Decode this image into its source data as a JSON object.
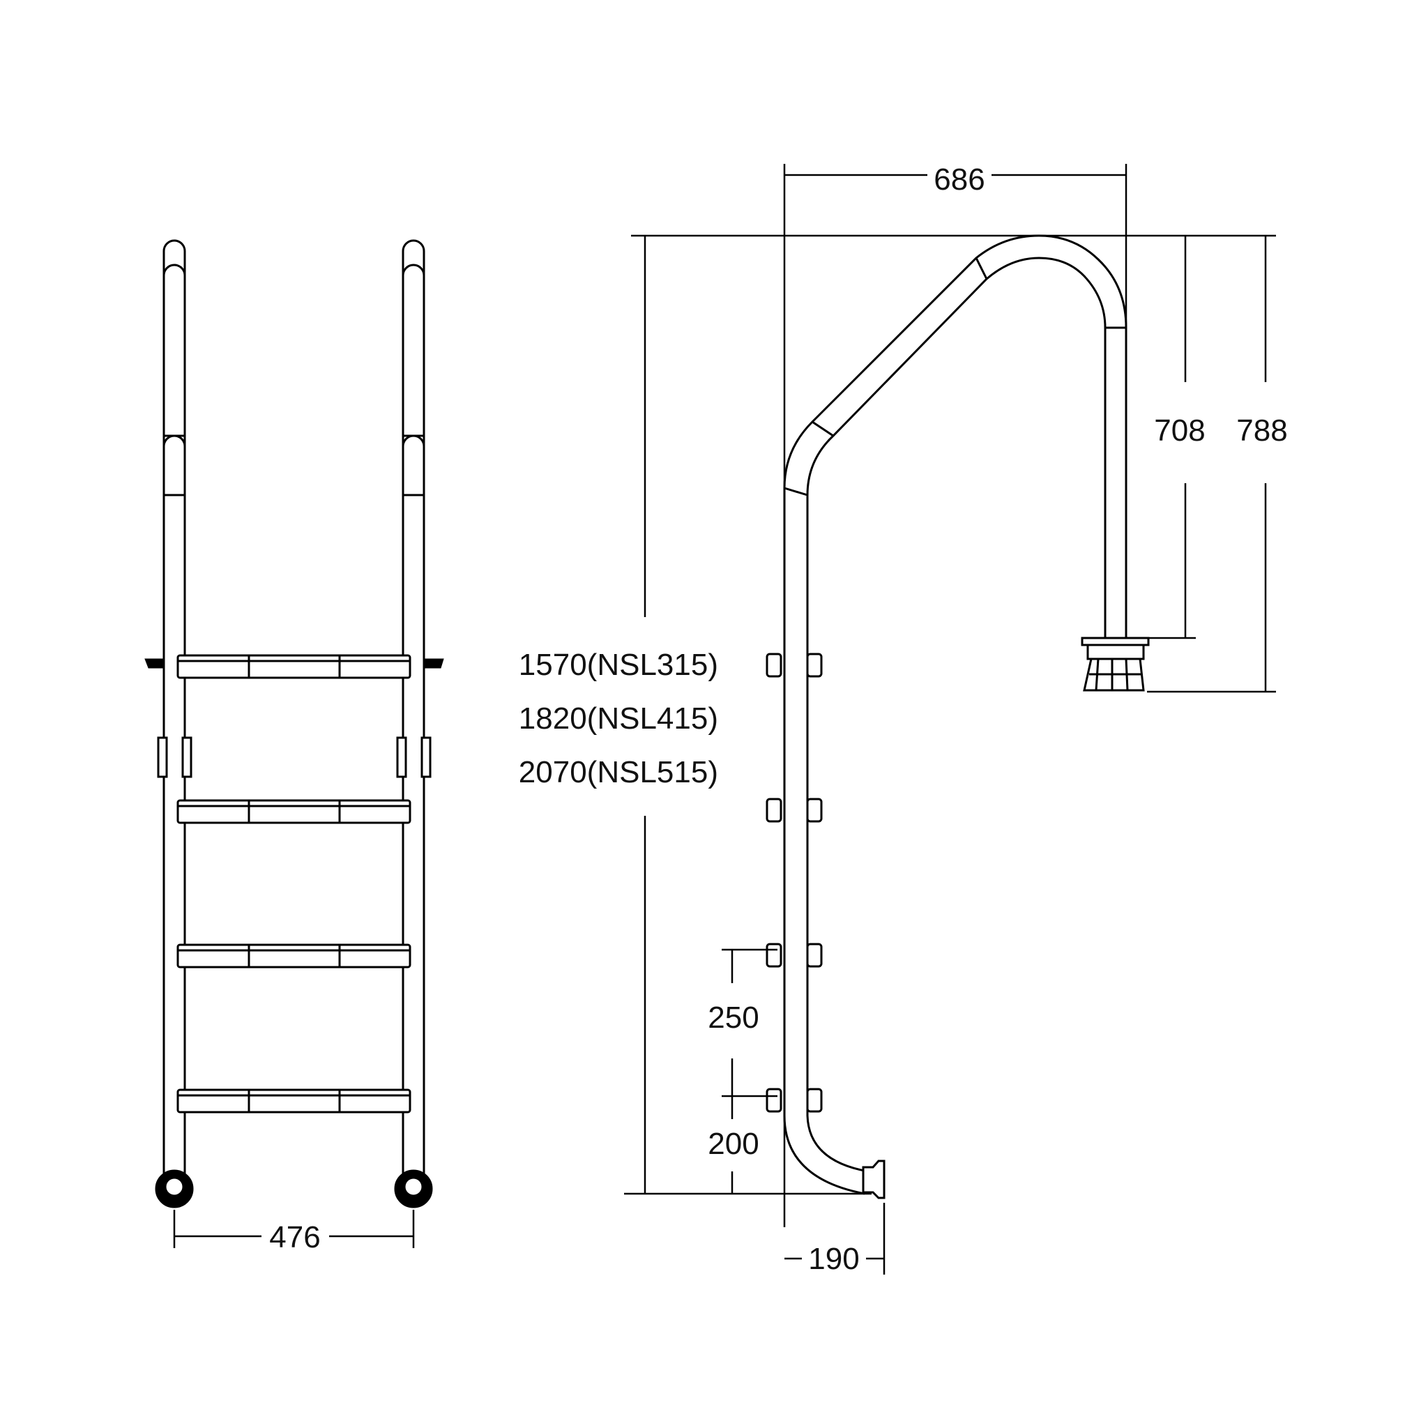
{
  "dimensions": {
    "front_width": "476",
    "side_depth": "686",
    "handrail_drop_inner": "708",
    "handrail_drop_outer": "788",
    "total_heights": [
      "1570(NSL315)",
      "1820(NSL415)",
      "2070(NSL515)"
    ],
    "step_pitch": "250",
    "bottom_step_height": "200",
    "foot_offset": "190"
  },
  "views": {
    "front": {
      "step_count": 4
    },
    "side": {
      "step_count": 4
    }
  }
}
